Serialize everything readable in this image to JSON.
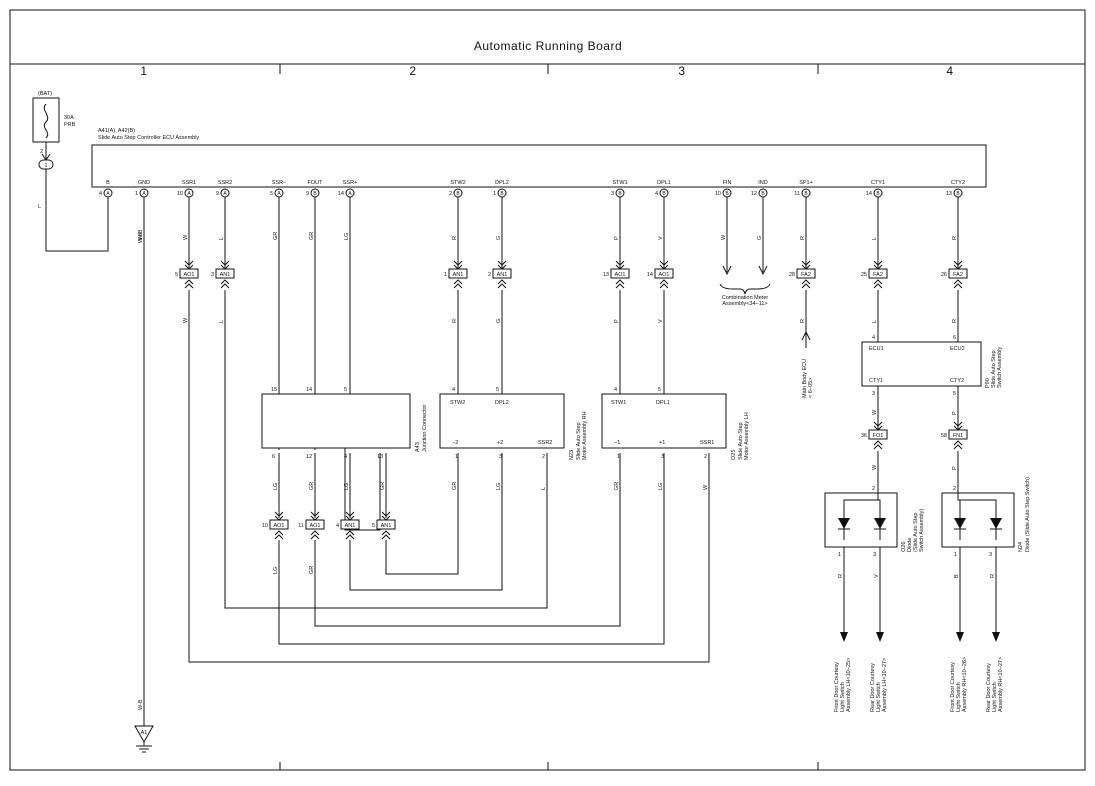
{
  "title": "Automatic Running Board",
  "columns": [
    "1",
    "2",
    "3",
    "4"
  ],
  "battery": {
    "label": "(BAT)",
    "fuse_amp": "30A",
    "fuse_name": "PRB",
    "pin": "2",
    "junction": "1"
  },
  "ecu": {
    "ref": "A41(A), A42(B)",
    "name": "Slide Auto Step Controller ECU Assembly",
    "pins": [
      {
        "name": "B",
        "num": "4",
        "conn": "A",
        "wire": "L"
      },
      {
        "name": "GND",
        "num": "1",
        "conn": "A",
        "wire": "W-B"
      },
      {
        "name": "SSR1",
        "num": "10",
        "conn": "A",
        "wire": "W"
      },
      {
        "name": "SSR2",
        "num": "9",
        "conn": "A",
        "wire": "L"
      },
      {
        "name": "SSR−",
        "num": "5",
        "conn": "A",
        "wire": "GR"
      },
      {
        "name": "FOUT",
        "num": "9",
        "conn": "B",
        "wire": "GR"
      },
      {
        "name": "SSR+",
        "num": "14",
        "conn": "A",
        "wire": "LG"
      },
      {
        "name": "STW2",
        "num": "2",
        "conn": "B",
        "wire": "R"
      },
      {
        "name": "DPL2",
        "num": "1",
        "conn": "B",
        "wire": "G"
      },
      {
        "name": "STW1",
        "num": "3",
        "conn": "B",
        "wire": "P"
      },
      {
        "name": "DPL1",
        "num": "4",
        "conn": "B",
        "wire": "V"
      },
      {
        "name": "FIN",
        "num": "10",
        "conn": "B",
        "wire": "W"
      },
      {
        "name": "IND",
        "num": "12",
        "conn": "B",
        "wire": "G"
      },
      {
        "name": "SP1+",
        "num": "11",
        "conn": "B",
        "wire": "R"
      },
      {
        "name": "CTY1",
        "num": "14",
        "conn": "B",
        "wire": "L"
      },
      {
        "name": "CTY2",
        "num": "13",
        "conn": "B",
        "wire": "R"
      }
    ]
  },
  "connectors_upper": [
    {
      "num": "5",
      "code": "AO1",
      "wire_below": "W"
    },
    {
      "num": "3",
      "code": "AN1",
      "wire_below": "L"
    },
    {
      "num": "1",
      "code": "AN1",
      "wire_below": "R"
    },
    {
      "num": "2",
      "code": "AN1",
      "wire_below": "G"
    },
    {
      "num": "13",
      "code": "AO1",
      "wire_below": "P"
    },
    {
      "num": "14",
      "code": "AO1",
      "wire_below": "V"
    },
    {
      "num": "28",
      "code": "FA2",
      "wire_below": "R"
    },
    {
      "num": "25",
      "code": "FA2",
      "wire_below": "L"
    },
    {
      "num": "26",
      "code": "FA2",
      "wire_below": "R"
    }
  ],
  "combination_meter": "Combination Meter\nAssembly<34−11>",
  "main_body_ecu": "Main Body ECU\n< 6−05>",
  "junction_connector": {
    "ref": "A43",
    "name": "Junction Connector",
    "top_pins": [
      "15",
      "14",
      "5"
    ],
    "bottom_pins": [
      "6",
      "12",
      "4",
      "13"
    ],
    "bottom_wires": [
      "LG",
      "GR",
      "LG",
      "GR"
    ]
  },
  "motor_rh": {
    "ref": "N23",
    "name": "Slide Auto Step\nMotor Assembly RH",
    "top_pins": [
      "4",
      "5"
    ],
    "top_labels": [
      "STW2",
      "DPL2"
    ],
    "bottom_labels": [
      "−2",
      "+2",
      "SSR2"
    ],
    "bottom_pins": [
      "1",
      "3",
      "2"
    ],
    "bottom_wires": [
      "GR",
      "LG",
      "L"
    ]
  },
  "motor_lh": {
    "ref": "O25",
    "name": "Slide Auto Step\nMotor Assembly LH",
    "top_pins": [
      "4",
      "5"
    ],
    "top_labels": [
      "STW1",
      "DPL1"
    ],
    "bottom_labels": [
      "−1",
      "+1",
      "SSR1"
    ],
    "bottom_pins": [
      "1",
      "3",
      "2"
    ],
    "bottom_wires": [
      "GR",
      "LG",
      "W"
    ]
  },
  "connectors_lower": [
    {
      "num": "10",
      "code": "AO1",
      "wire_below": "LG"
    },
    {
      "num": "11",
      "code": "AO1",
      "wire_below": "GR"
    },
    {
      "num": "4",
      "code": "AN1",
      "wire_below": ""
    },
    {
      "num": "5",
      "code": "AN1",
      "wire_below": ""
    }
  ],
  "switch": {
    "ref": "P90",
    "name": "Slide Auto Step\nSwitch Assembly",
    "top_pins": [
      "4",
      "6"
    ],
    "top_labels": [
      "ECU1",
      "ECU2"
    ],
    "bottom_labels": [
      "CTY1",
      "CTY2"
    ],
    "bottom_pins": [
      "3",
      "5"
    ],
    "bottom_wires": [
      "W",
      "P"
    ]
  },
  "connectors_switch": [
    {
      "num": "36",
      "code": "FO1",
      "wire_below": "W"
    },
    {
      "num": "58",
      "code": "FN1",
      "wire_below": "P"
    }
  ],
  "diode_o26": {
    "ref": "O26",
    "name": "Diode\n(Slide Auto Step\nSwitch Assembly)",
    "top_pin": "2",
    "bottom_pins": [
      "1",
      "3"
    ],
    "bottom_wires": [
      "R",
      "V"
    ]
  },
  "diode_n24": {
    "ref": "N24",
    "name": "Diode (Slide Auto Step Switch)",
    "top_pin": "2",
    "bottom_pins": [
      "1",
      "3"
    ],
    "bottom_wires": [
      "B",
      "R"
    ]
  },
  "destinations": [
    "Front Door Courtesy\nLight Switch\nAssembly LH<10−25>",
    "Rear Door Courtesy\nLight Switch\nAssembly LH<10−27>",
    "Front Door Courtesy\nLight Switch\nAssembly RH<10−26>",
    "Rear Door Courtesy\nLight Switch\nAssembly RH<10−27>"
  ],
  "ground": {
    "wire": "W-B",
    "label": "A1"
  }
}
